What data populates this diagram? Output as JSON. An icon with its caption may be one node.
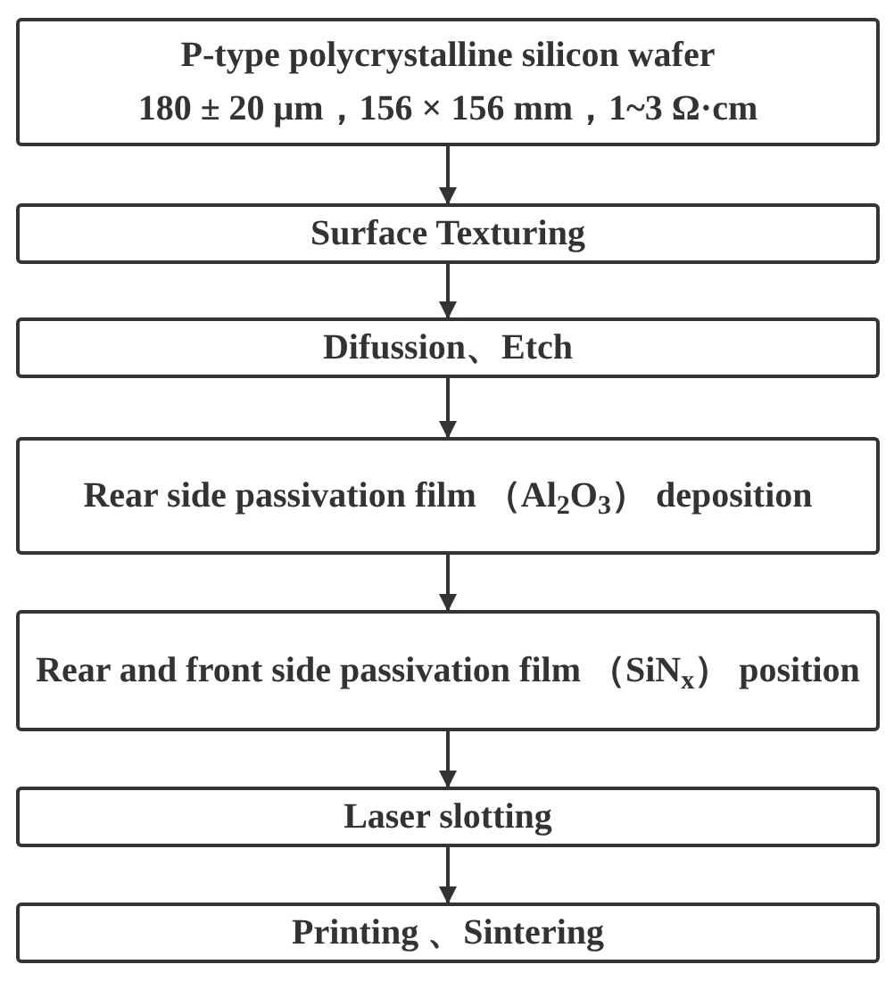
{
  "diagram": {
    "nodes": [
      {
        "text": [
          "P-type polycrystalline silicon wafer",
          "180 ± 20 μm，156 × 156 mm，1~3 Ω·cm"
        ]
      },
      {
        "text": [
          "Surface Texturing"
        ]
      },
      {
        "text": [
          "Difussion、Etch"
        ]
      },
      {
        "text": [
          "Rear side passivation film （Al$_{2}$O$_{3}$） deposition"
        ]
      },
      {
        "text": [
          "Rear and front side passivation film （SiN$_{x}$） position"
        ]
      },
      {
        "text": [
          "Laser slotting"
        ]
      },
      {
        "text": [
          "Printing 、Sintering"
        ]
      }
    ],
    "edges": [
      {
        "from": 0,
        "to": 1,
        "arrow": "to"
      },
      {
        "from": 1,
        "to": 2,
        "arrow": "to"
      },
      {
        "from": 2,
        "to": 3,
        "arrow": "to"
      },
      {
        "from": 3,
        "to": 4,
        "arrow": "to"
      },
      {
        "from": 4,
        "to": 5,
        "arrow": "to"
      },
      {
        "from": 5,
        "to": 6,
        "arrow": "to"
      }
    ]
  }
}
